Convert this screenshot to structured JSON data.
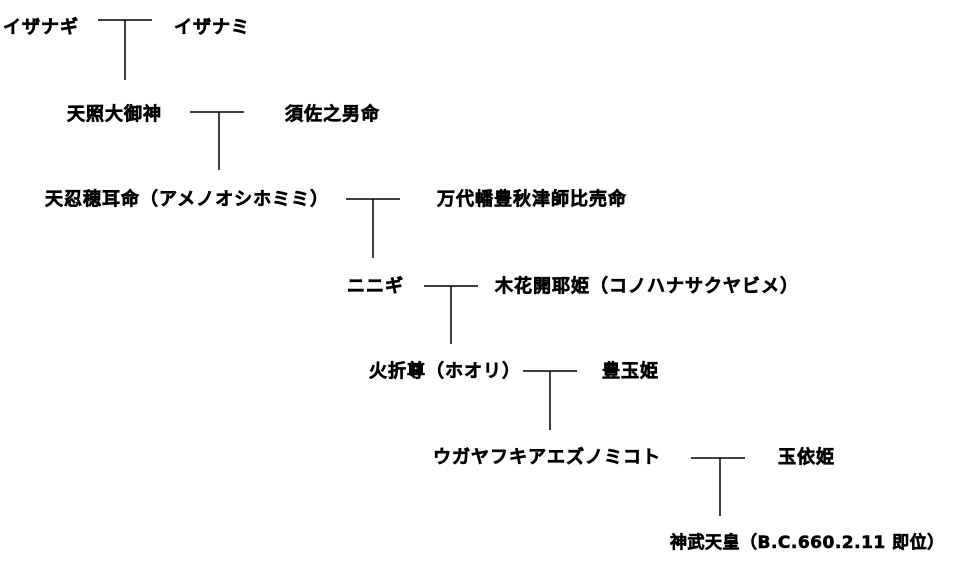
{
  "colors": {
    "text": "#000000",
    "line": "#000000",
    "background": "#ffffff"
  },
  "generations": [
    {
      "left": "イザナギ",
      "right": "イザナミ"
    },
    {
      "left": "天照大御神",
      "right": "須佐之男命"
    },
    {
      "left": "天忍穂耳命（アメノオシホミミ）",
      "right": "万代幡豊秋津師比売命"
    },
    {
      "left": "ニニギ",
      "right": "木花開耶姫（コノハナサクヤビメ）"
    },
    {
      "left": "火折尊（ホオリ）",
      "right": "豊玉姫"
    },
    {
      "left": "ウガヤフキアエズノミコト",
      "right": "玉依姫"
    }
  ],
  "final": "神武天皇（B.C.660.2.11 即位）"
}
